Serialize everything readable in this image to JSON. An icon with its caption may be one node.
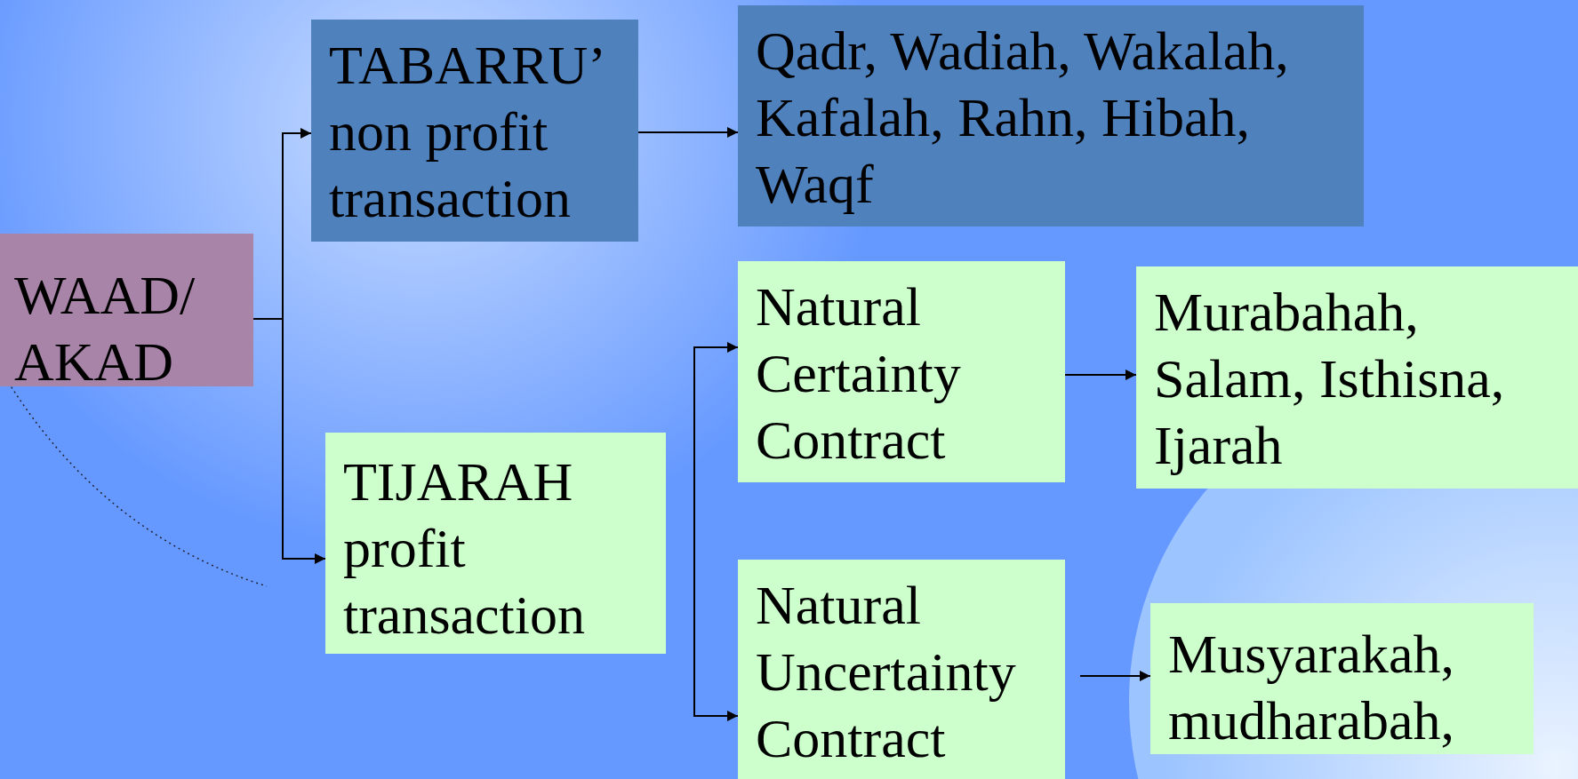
{
  "diagram": {
    "nodes": [
      {
        "text": [
          "WAAD/ AKAD"
        ]
      },
      {
        "text": [
          "TABARRU’ non profit transaction"
        ]
      },
      {
        "text": [
          "Qadr, Wadiah, Wakalah, Kafalah, Rahn, Hibah, Waqf"
        ]
      },
      {
        "text": [
          "TIJARAH profit transaction"
        ]
      },
      {
        "text": [
          "Natural Certainty Contract"
        ]
      },
      {
        "text": [
          "Murabahah, Salam, Isthisna, Ijarah"
        ]
      },
      {
        "text": [
          "Natural Uncertainty Contract"
        ]
      },
      {
        "text": [
          "Musyarakah, mudharabah,"
        ]
      }
    ],
    "edges": [
      {
        "from": 0,
        "to": 1,
        "arrow": "to"
      },
      {
        "from": 0,
        "to": 3,
        "arrow": "to"
      },
      {
        "from": 1,
        "to": 2,
        "arrow": "to"
      },
      {
        "from": null,
        "to": 4,
        "arrow": "to"
      },
      {
        "from": null,
        "to": 6,
        "arrow": "to"
      },
      {
        "from": 4,
        "to": 5,
        "arrow": "to"
      },
      {
        "from": 6,
        "to": 7,
        "arrow": "to"
      }
    ]
  }
}
